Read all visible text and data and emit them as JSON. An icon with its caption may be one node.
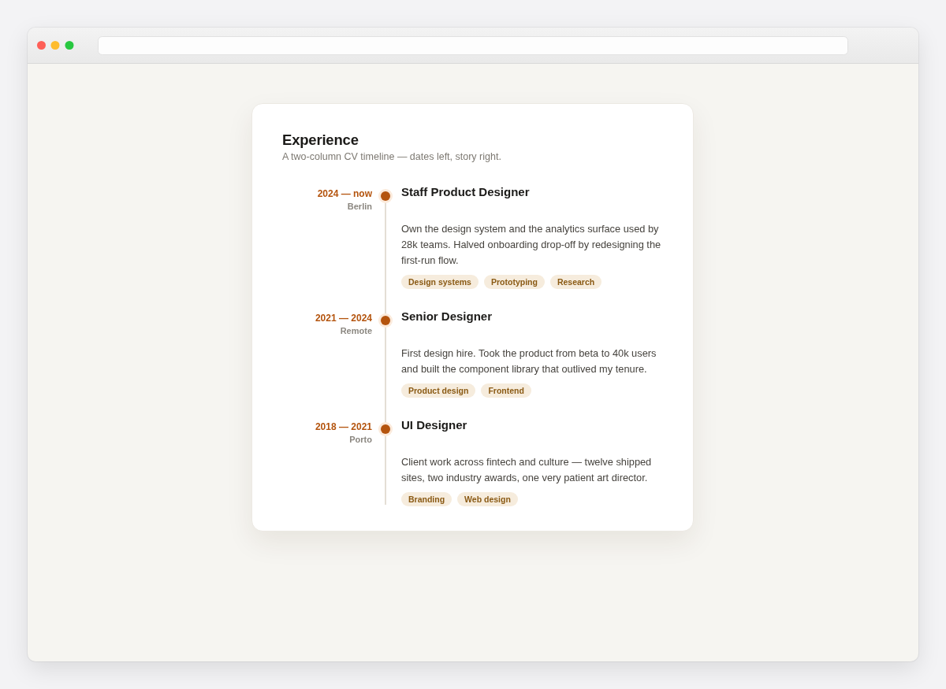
{
  "diagram": {
    "nodes": [
      {
        "text": [
          "Experience",
          "A two-column CV timeline — dates left, story right."
        ]
      },
      {
        "text": [],
        "shape": "circle",
        "in": 0,
        "beside": [
          "2024 — now",
          "Berlin",
          "Staff Product Designer"
        ]
      },
      {
        "text": [
          "Design systems"
        ],
        "in": 0
      },
      {
        "text": [
          "Prototyping"
        ],
        "in": 0
      },
      {
        "text": [
          "Research"
        ],
        "in": 0
      },
      {
        "text": [],
        "shape": "circle",
        "in": 0,
        "beside": [
          "2021 — 2024",
          "Remote",
          "Senior Designer"
        ]
      },
      {
        "text": [
          "Product design"
        ],
        "in": 0
      },
      {
        "text": [
          "Frontend"
        ],
        "in": 0
      },
      {
        "text": [],
        "shape": "circle",
        "in": 0,
        "beside": [
          "2018 — 2021",
          "Porto",
          "UI Designer"
        ]
      },
      {
        "text": [
          "Branding"
        ],
        "in": 0
      },
      {
        "text": [
          "Web design"
        ],
        "in": 0
      }
    ],
    "edges": [
      {
        "from": 1,
        "to": 5,
        "arrow": "none"
      },
      {
        "from": 5,
        "to": 8,
        "arrow": "none"
      },
      {
        "from": 8,
        "to": null,
        "arrow": "none"
      }
    ],
    "labels": [
      "Own the design system and the analytics surface used by 28k teams. Halved onboarding drop-off by redesigning the first-run flow.",
      "First design hire. Took the product from beta to 40k users and built the component library that outlived my tenure.",
      "Client work across fintech and culture — twelve shipped sites, two industry awards, one very patient art director."
    ]
  }
}
